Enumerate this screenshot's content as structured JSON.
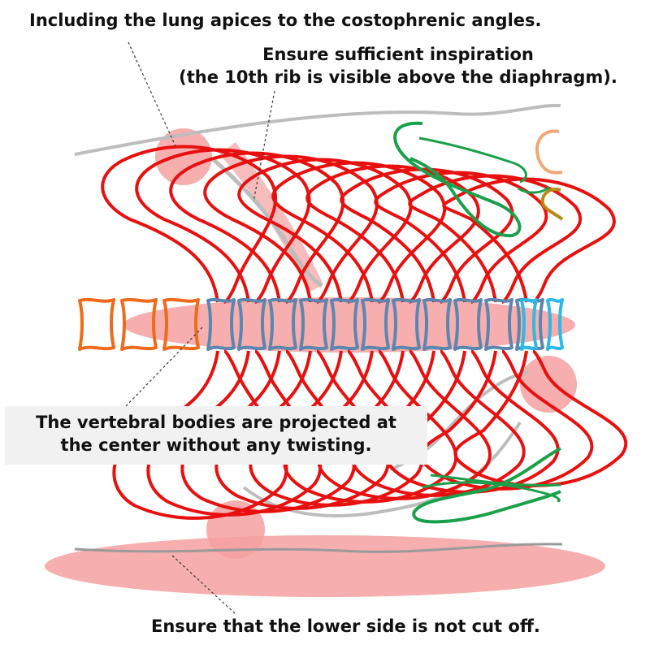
{
  "annotations": {
    "apices": "Including the lung apices to the costophrenic angles.",
    "inspiration_line1": "Ensure sufficient inspiration",
    "inspiration_line2": "(the 10th rib is visible above the diaphragm).",
    "vertebral_line1": "The vertebral bodies are projected at",
    "vertebral_line2": "the center without any twisting.",
    "lower_side": "Ensure that the lower side is not cut off."
  },
  "colors": {
    "rib": "#e8100f",
    "highlight": "#f4a0a0",
    "thoracic_vertebra": "#5b86b0",
    "lumbar_vertebra": "#ef6a1a",
    "cervical_vertebra": "#2db8e8",
    "clavicle": "#1aa04a",
    "skin_outline": "#bdbdbd",
    "scapula": "#bdbdbd",
    "ear_1": "#f0a878",
    "ear_2": "#b88a10",
    "leader_line": "#333333",
    "label_box": "#f1f1f1"
  }
}
